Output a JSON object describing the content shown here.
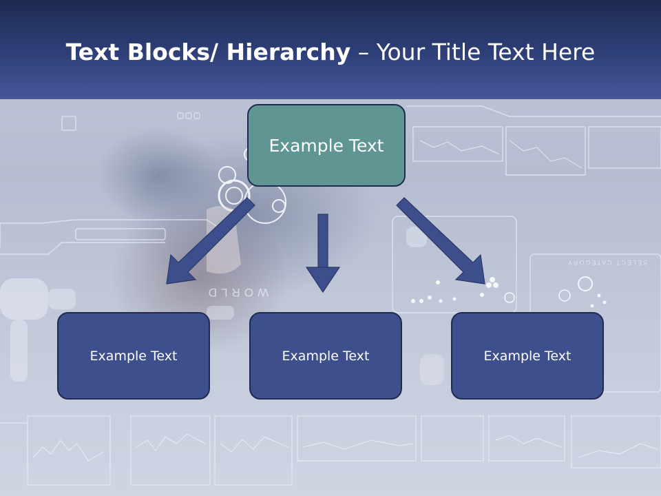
{
  "title": {
    "bold": "Text Blocks/ Hierarchy",
    "rest": " – Your Title Text Here"
  },
  "diagram": {
    "root": {
      "label": "Example Text"
    },
    "children": [
      {
        "label": "Example Text"
      },
      {
        "label": "Example Text"
      },
      {
        "label": "Example Text"
      }
    ]
  },
  "background": {
    "words": [
      "WORLD",
      "SELECT CATEGORY"
    ]
  },
  "colors": {
    "header_dark": "#1d2a50",
    "header_light": "#46589a",
    "root_fill": "#5f9694",
    "child_fill": "#3e4f8d",
    "arrow_fill": "#3d4e8c",
    "border": "#1f2b4e"
  }
}
